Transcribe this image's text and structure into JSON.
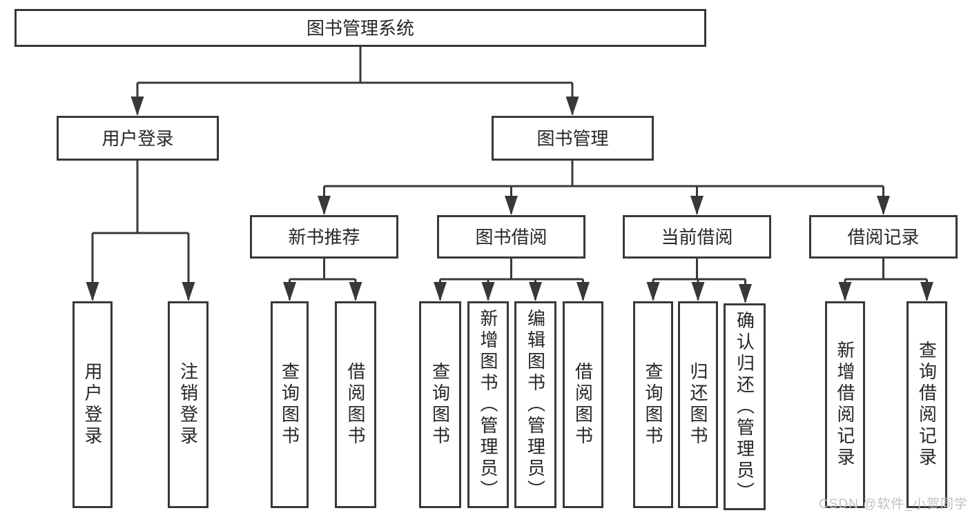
{
  "diagram": {
    "root": {
      "label": "图书管理系统"
    },
    "branches": [
      {
        "label": "用户登录",
        "children": [
          {
            "label": "用户登录"
          },
          {
            "label": "注销登录"
          }
        ]
      },
      {
        "label": "图书管理",
        "children": [
          {
            "label": "新书推荐",
            "children": [
              {
                "label": "查询图书"
              },
              {
                "label": "借阅图书"
              }
            ]
          },
          {
            "label": "图书借阅",
            "children": [
              {
                "label": "查询图书"
              },
              {
                "label": "新增图书（管理员）"
              },
              {
                "label": "编辑图书（管理员）"
              },
              {
                "label": "借阅图书"
              }
            ]
          },
          {
            "label": "当前借阅",
            "children": [
              {
                "label": "查询图书"
              },
              {
                "label": "归还图书"
              },
              {
                "label": "确认归还（管理员）"
              }
            ]
          },
          {
            "label": "借阅记录",
            "children": [
              {
                "label": "新增借阅记录"
              },
              {
                "label": "查询借阅记录"
              }
            ]
          }
        ]
      }
    ],
    "watermark": "CSDN @软件_小贺同学",
    "colors": {
      "line": "#383838",
      "text": "#262626",
      "watermark": "#bcbebf",
      "background": "#ffffff"
    }
  }
}
